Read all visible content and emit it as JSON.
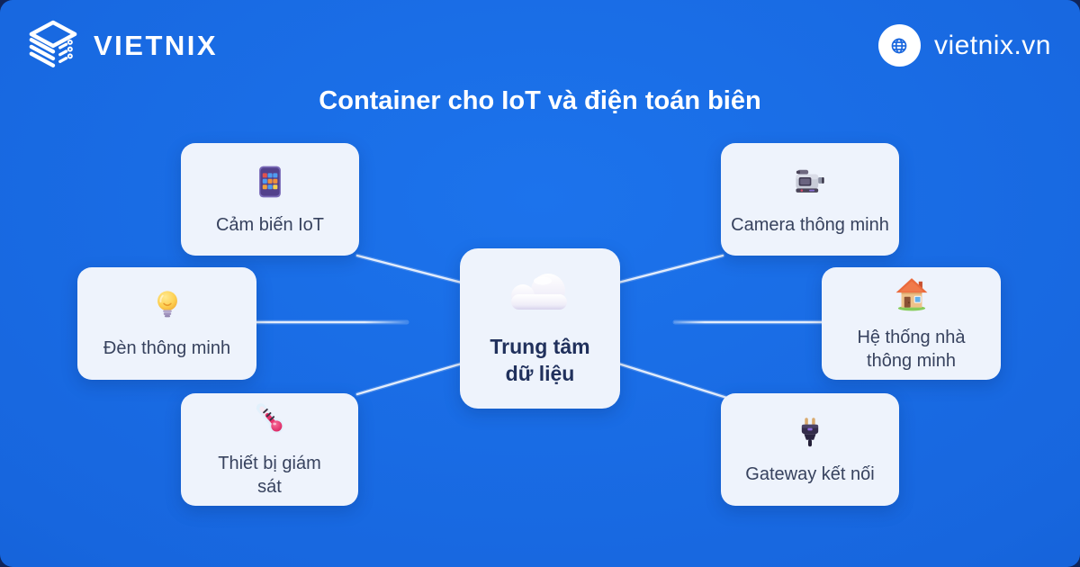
{
  "header": {
    "brand": "VIETNIX",
    "brand_icon": "vietnix-stack-logo",
    "website": "vietnix.vn",
    "website_icon": "globe-icon"
  },
  "title": "Container cho IoT và điện toán biên",
  "diagram": {
    "center": {
      "label": "Trung tâm dữ liệu",
      "icon": "cloud-icon"
    },
    "nodes": [
      {
        "label": "Cảm biến IoT",
        "icon": "sensor-knobs-icon",
        "position": "top-left"
      },
      {
        "label": "Đèn thông minh",
        "icon": "light-bulb-icon",
        "position": "mid-left"
      },
      {
        "label": "Thiết bị giám sát",
        "icon": "thermometer-icon",
        "position": "bottom-left"
      },
      {
        "label": "Camera thông minh",
        "icon": "video-camera-icon",
        "position": "top-right"
      },
      {
        "label": "Hệ thống nhà thông minh",
        "icon": "house-icon",
        "position": "mid-right"
      },
      {
        "label": "Gateway kết nối",
        "icon": "plug-icon",
        "position": "bottom-right"
      }
    ]
  },
  "colors": {
    "background_outer": "#10255a",
    "panel_blue": "#1766de",
    "card_background": "#eef3fc",
    "title_text": "#ffffff",
    "node_text": "#37425e",
    "center_text": "#20305c",
    "connector": "#ffffff"
  }
}
